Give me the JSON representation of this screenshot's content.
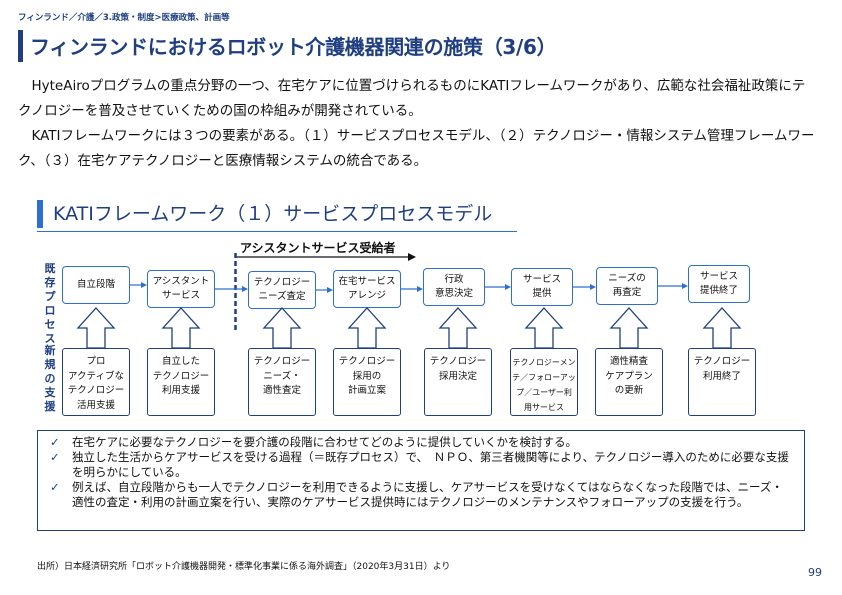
{
  "breadcrumb": "フィンランド／介護／3.政策・制度>医療政策、計画等",
  "title": "フィンランドにおけるロボット介護機器関連の施策（3/6）",
  "paragraphs": [
    "　HyteAiroプログラムの重点分野の一つ、在宅ケアに位置づけられるものにKATIフレームワークがあり、広範な社会福祉政策にテクノロジーを普及させていくための国の枠組みが開発されている。",
    "　KATIフレームワークには３つの要素がある。（１）サービスプロセスモデル、（２）テクノロジー・情報システム管理フレームワーク、（３）在宅ケアテクノロジーと医療情報システムの統合である。"
  ],
  "section_title": "KATIフレームワーク（１）サービスプロセスモデル",
  "assist_label": "アシスタントサービス受給者",
  "row_labels": {
    "existing": "既存プロセス",
    "new": "新規の支援"
  },
  "process_steps": [
    "自立段階",
    "アシスタント\nサービス",
    "テクノロジー\nニーズ査定",
    "在宅サービス\nアレンジ",
    "行政\n意思決定",
    "サービス\n提供",
    "ニーズの\n再査定",
    "サービス\n提供終了"
  ],
  "support_steps": [
    "プロ\nアクティブな\nテクノロジー\n活用支援",
    "自立した\nテクノロジー\n利用支援",
    "テクノロジー\nニーズ・\n適性査定",
    "テクノロジー\n採用の\n計画立案",
    "テクノロジー\n採用決定",
    "テクノロジーメン\nテ／フォローアッ\nプ／ユーザー利\n用サービス",
    "適性精査\nケアプラン\nの更新",
    "テクノロジー\n利用終了"
  ],
  "notes": [
    "在宅ケアに必要なテクノロジーを要介護の段階に合わせてどのように提供していくかを検討する。",
    "独立した生活からケアサービスを受ける過程（＝既存プロセス）で、　ＮＰＯ、第三者機関等により、テクノロジー導入のために必要な支援を明らかにしている。",
    "例えば、自立段階からも一人でテクノロジーを利用できるように支援し、ケアサービスを受けなくてはならなくなった段階では、ニーズ・適性の査定・利用の計画立案を行い、実際のケアサービス提供時にはテクノロジーのメンテナンスやフォローアップの支援を行う。"
  ],
  "check_icon": "✓",
  "source": "出所）日本経済研究所「ロボット介護機器開発・標準化事業に係る海外調査」（2020年3月31日）より",
  "page_number": "99",
  "colors": {
    "navy": "#1f3f82",
    "blue": "#2e6fd1"
  }
}
